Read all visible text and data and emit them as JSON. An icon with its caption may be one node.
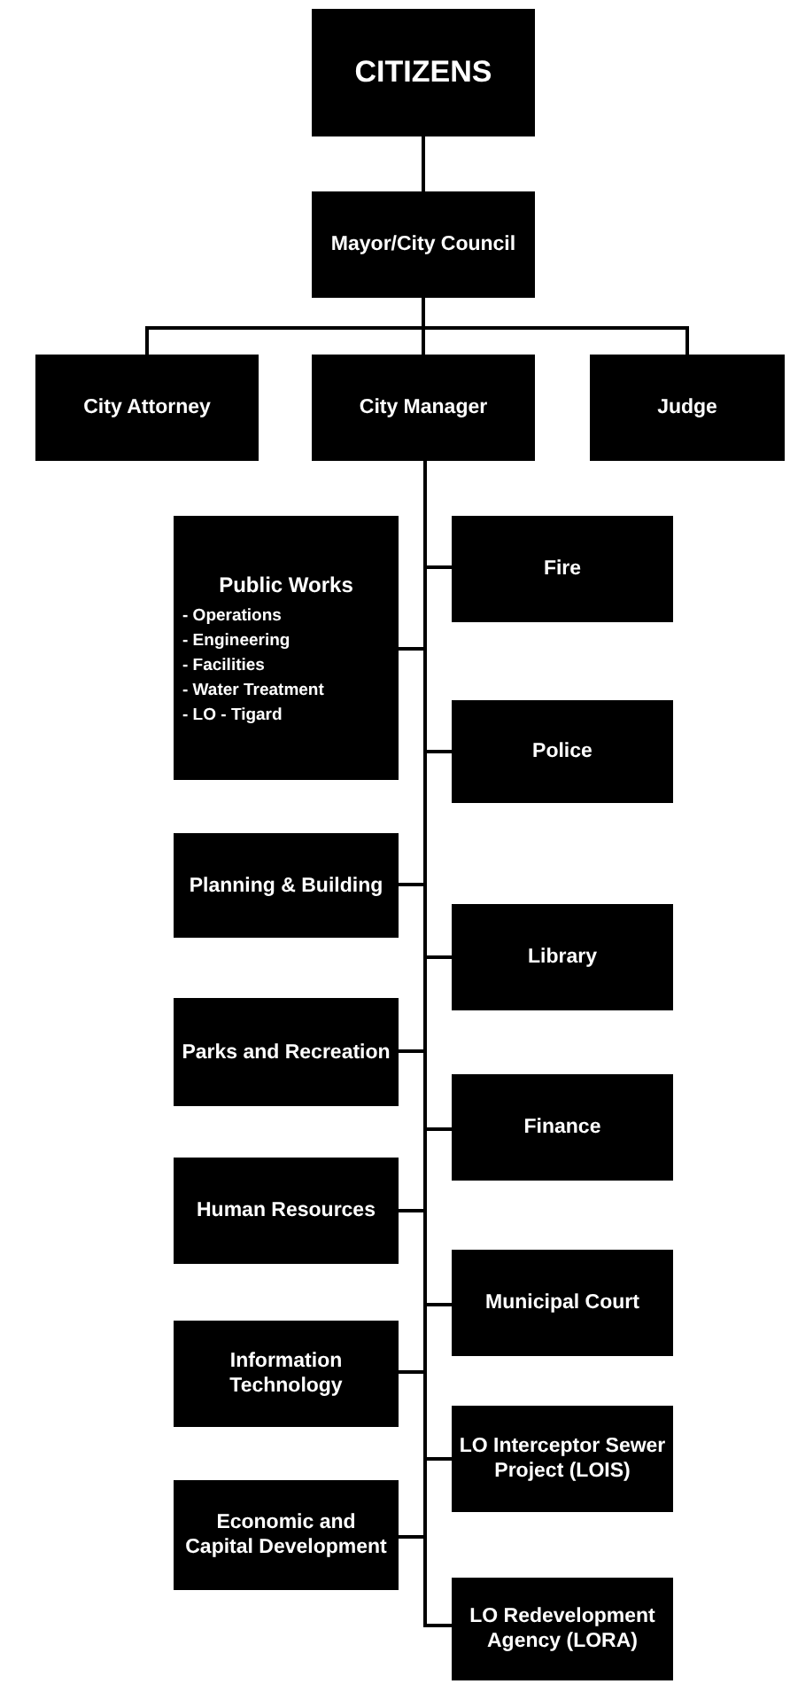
{
  "diagram": {
    "nodes": [
      {
        "text": [
          "CITIZENS"
        ]
      },
      {
        "text": [
          "Mayor/City Council"
        ]
      },
      {
        "text": [
          "City Attorney"
        ]
      },
      {
        "text": [
          "City Manager"
        ]
      },
      {
        "text": [
          "Judge"
        ]
      },
      {
        "text": [
          "Public Works",
          "- Operations",
          "- Engineering",
          "- Facilities",
          "- Water Treatment",
          "- LO - Tigard"
        ]
      },
      {
        "text": [
          "Fire"
        ]
      },
      {
        "text": [
          "Police"
        ]
      },
      {
        "text": [
          "Planning & Building"
        ]
      },
      {
        "text": [
          "Library"
        ]
      },
      {
        "text": [
          "Parks and Recreation"
        ]
      },
      {
        "text": [
          "Finance"
        ]
      },
      {
        "text": [
          "Human Resources"
        ]
      },
      {
        "text": [
          "Municipal Court"
        ]
      },
      {
        "text": [
          "Information Technology"
        ]
      },
      {
        "text": [
          "LO Interceptor Sewer Project (LOIS)"
        ]
      },
      {
        "text": [
          "Economic and Capital Development"
        ]
      },
      {
        "text": [
          "LO Redevelopment Agency (LORA)"
        ]
      }
    ],
    "edges": [
      {
        "from": 0,
        "to": 1,
        "arrow": "none"
      },
      {
        "from": 1,
        "to": 2,
        "arrow": "none"
      },
      {
        "from": 1,
        "to": 3,
        "arrow": "none"
      },
      {
        "from": 1,
        "to": 4,
        "arrow": "none"
      },
      {
        "from": 3,
        "to": 5,
        "arrow": "none"
      },
      {
        "from": 3,
        "to": 6,
        "arrow": "none"
      },
      {
        "from": 3,
        "to": 7,
        "arrow": "none"
      },
      {
        "from": 3,
        "to": 8,
        "arrow": "none"
      },
      {
        "from": 3,
        "to": 9,
        "arrow": "none"
      },
      {
        "from": 3,
        "to": 10,
        "arrow": "none"
      },
      {
        "from": 3,
        "to": 11,
        "arrow": "none"
      },
      {
        "from": 3,
        "to": 12,
        "arrow": "none"
      },
      {
        "from": 3,
        "to": 13,
        "arrow": "none"
      },
      {
        "from": 3,
        "to": 14,
        "arrow": "none"
      },
      {
        "from": 3,
        "to": 15,
        "arrow": "none"
      },
      {
        "from": 3,
        "to": 16,
        "arrow": "none"
      },
      {
        "from": 3,
        "to": 17,
        "arrow": "none"
      }
    ]
  }
}
